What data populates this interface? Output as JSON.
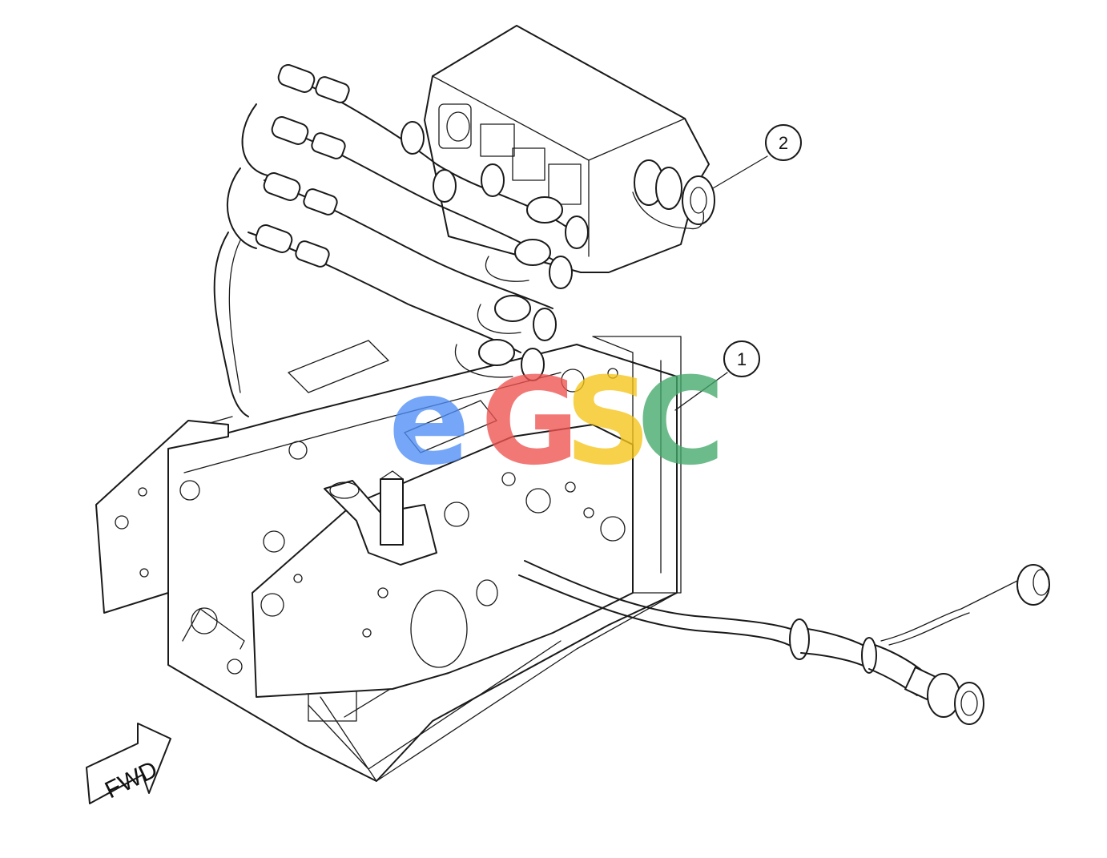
{
  "callouts": [
    {
      "id": "1",
      "label": "1"
    },
    {
      "id": "2",
      "label": "2"
    }
  ],
  "direction_arrow": {
    "label": "FWD"
  },
  "watermark": {
    "letters": [
      "e",
      "G",
      "S",
      "C"
    ],
    "colors": [
      "#4f8ef7",
      "#ef5350",
      "#f5c518",
      "#43a86a"
    ]
  }
}
